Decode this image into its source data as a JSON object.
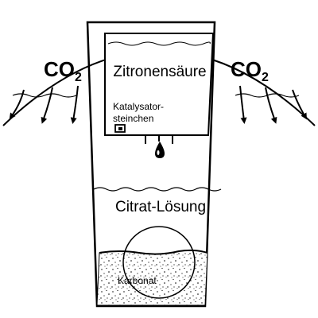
{
  "labels": {
    "co2_left": "CO",
    "co2_left_sub": "2",
    "co2_right": "CO",
    "co2_right_sub": "2",
    "citric_acid": "Zitronensäure",
    "catalyst_line1": "Katalysator-",
    "catalyst_line2": "steinchen",
    "citrate_solution": "Citrat-Lösung",
    "carbonate": "Karbonat"
  },
  "colors": {
    "ink": "#000000",
    "paper": "#ffffff"
  }
}
